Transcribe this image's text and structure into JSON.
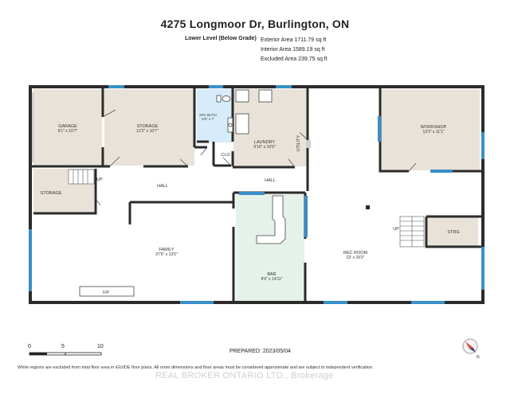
{
  "header": {
    "title": "4275 Longmoor Dr, Burlington, ON",
    "level": "Lower Level (Below Grade)",
    "exterior_area": "Exterior Area 1711.79 sq ft",
    "interior_area": "Interior Area 1589.19 sq ft",
    "excluded_area": "Excluded Area 239.75 sq ft"
  },
  "rooms": {
    "garage": {
      "name": "GARAGE",
      "dims": "9'1\" x 10'7\""
    },
    "storage_top": {
      "name": "STORAGE",
      "dims": "12'2\" x 10'7\""
    },
    "bath": {
      "name": "2PC BATH",
      "dims": "5'0\" x 7'"
    },
    "laundry": {
      "name": "LAUNDRY",
      "dims": "9'10\" x 10'6\""
    },
    "utility": {
      "name": "UTILITY"
    },
    "clo": {
      "name": "CLO"
    },
    "workshop": {
      "name": "WORKSHOP",
      "dims": "13'3\" x 11'1\""
    },
    "storage_left": {
      "name": "STORAGE"
    },
    "hall_left": {
      "name": "HALL"
    },
    "hall_right": {
      "name": "HALL"
    },
    "up_left": {
      "name": "UP"
    },
    "up_right": {
      "name": "UP"
    },
    "family": {
      "name": "FAMILY",
      "dims": "27'6\" x 13'5\""
    },
    "fp": {
      "name": "F/P"
    },
    "bar": {
      "name": "BAR",
      "dims": "9'6\" x 14'11\""
    },
    "rec_room": {
      "name": "REC ROOM",
      "dims": "23' x 29'2\""
    },
    "strg": {
      "name": "STRG"
    }
  },
  "scale": {
    "t0": "0",
    "t5": "5",
    "t10": "10"
  },
  "prepared": "PREPARED: 2023/05/04",
  "compass": {
    "label": "N"
  },
  "footer": "While regions are excluded from total floor area in iGUIDE floor plans. All room dimensions and floor areas must be considered approximate and are subject to independent verification.",
  "watermark": "REAL BROKER ONTARIO LTD., Brokerage",
  "colors": {
    "wall": "#2b2b2b",
    "window": "#3a8fc9",
    "excluded": "#e9e2d8",
    "bar_floor": "#e4f2ea",
    "bath_floor": "#d7ecfb"
  }
}
